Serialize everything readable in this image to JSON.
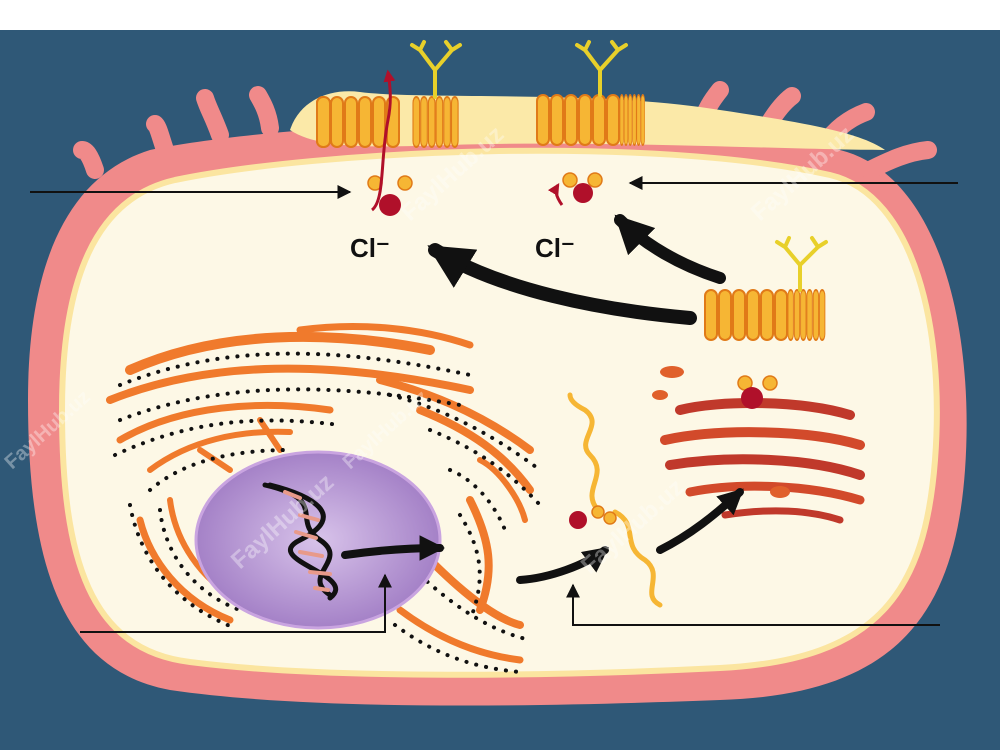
{
  "labels": {
    "ion_left": "Cl⁻",
    "ion_right": "Cl⁻"
  },
  "watermarks": [
    "FaylHub.uz",
    "FaylHub.uz",
    "FaylHub.uz",
    "FaylHub.uz",
    "FaylHub.uz",
    "FaylHub.uz"
  ],
  "colors": {
    "background": "#2f5877",
    "membrane": "#f08a8a",
    "cytoplasm": "#fdf8e6",
    "nucleus": "#b79ad2",
    "er": "#f07a2c",
    "protein": "#f6b634",
    "chloride": "#b0102a",
    "arrow": "#111111"
  }
}
